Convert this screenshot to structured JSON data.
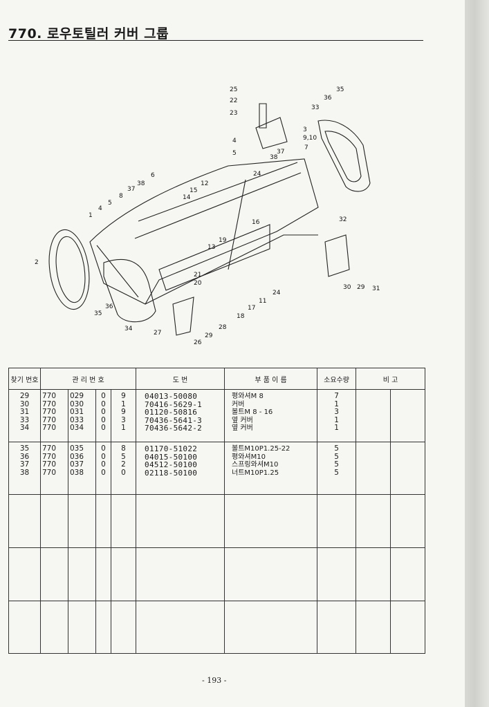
{
  "page": {
    "title": "770. 로우토틸러 커버 그룹",
    "page_number": "- 193 -"
  },
  "diagram": {
    "callouts": [
      "25",
      "22",
      "23",
      "35",
      "36",
      "33",
      "3",
      "9,10",
      "7",
      "4",
      "5",
      "38",
      "37",
      "6",
      "24",
      "37",
      "38",
      "15",
      "12",
      "14",
      "32",
      "1",
      "4",
      "5",
      "8",
      "16",
      "2",
      "13",
      "19",
      "21",
      "20",
      "36",
      "35",
      "34",
      "27",
      "29",
      "28",
      "26",
      "18",
      "17",
      "11",
      "24",
      "30",
      "29",
      "31"
    ]
  },
  "table": {
    "headers": {
      "no": "찾기 번호",
      "mgmt": "관 리 번 호",
      "drawing": "도 번",
      "name": "부 품 이 름",
      "qty": "소요수량",
      "remark": "비 고"
    },
    "groups": [
      {
        "no": [
          "29",
          "30",
          "31",
          "33",
          "34"
        ],
        "c1": [
          "770",
          "770",
          "770",
          "770",
          "770"
        ],
        "c2": [
          "029",
          "030",
          "031",
          "033",
          "034"
        ],
        "c3": [
          "0",
          "0",
          "0",
          "0",
          "0"
        ],
        "c4": [
          "9",
          "1",
          "9",
          "3",
          "1"
        ],
        "drawing": [
          "04013-50080",
          "70416-5629-1",
          "01120-50816",
          "70436-5641-3",
          "70436-5642-2"
        ],
        "name": [
          "평와셔M 8",
          "커버",
          "볼트M 8 - 16",
          "옆 커버",
          "옆 커버"
        ],
        "qty": [
          "7",
          "1",
          "3",
          "1",
          "1"
        ]
      },
      {
        "no": [
          "35",
          "36",
          "37",
          "38"
        ],
        "c1": [
          "770",
          "770",
          "770",
          "770"
        ],
        "c2": [
          "035",
          "036",
          "037",
          "038"
        ],
        "c3": [
          "0",
          "0",
          "0",
          "0"
        ],
        "c4": [
          "8",
          "5",
          "2",
          "0"
        ],
        "drawing": [
          "01170-51022",
          "04015-50100",
          "04512-50100",
          "02118-50100"
        ],
        "name": [
          "볼트M10P1.25-22",
          "평와셔M10",
          "스프링와셔M10",
          "너트M10P1.25"
        ],
        "qty": [
          "5",
          "5",
          "5",
          "5"
        ]
      }
    ]
  }
}
